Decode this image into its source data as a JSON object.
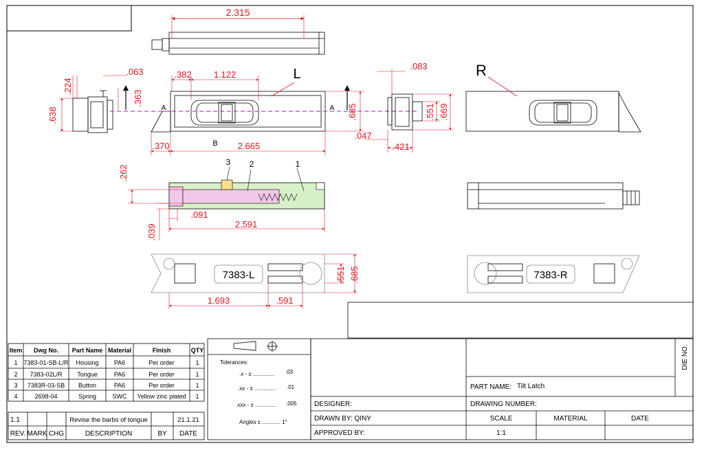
{
  "drawing": {
    "top_width": "2.315",
    "left_view": {
      "w_top": ".224",
      "h": ".638",
      "off": ".063",
      "h2": ".363"
    },
    "front_view": {
      "label": "L",
      "d1": ".382",
      "d2": "1.122",
      "d3": ".685",
      "d4": ".370",
      "d5": "2.665",
      "sec_a1": "A",
      "sec_a2": "A",
      "sec_b": "B"
    },
    "right_side": {
      "d1": ".083",
      "d2": ".551",
      "d3": ".669",
      "d4": ".047",
      "d5": ".421"
    },
    "right_view": {
      "label": "R"
    },
    "section": {
      "c1": "3",
      "c2": "2",
      "c3": "1",
      "d1": ".262",
      "d2": ".091",
      "d3": ".039",
      "d4": "2.591"
    },
    "bottom_view": {
      "mark_l": "7383-L",
      "mark_r": "7383-R",
      "d1": ".551",
      "d2": ".685",
      "d3": "1.693",
      "d4": ".591"
    }
  },
  "bom": {
    "headers": [
      "Item",
      "Dwg No.",
      "Part Name",
      "Material",
      "Finish",
      "QTY"
    ],
    "rows": [
      [
        "1",
        "7383-01-SB-L/R",
        "Housing",
        "PA6",
        "Per order",
        "1"
      ],
      [
        "2",
        "7383-02L/R",
        "Tongue",
        "PA6",
        "Per order",
        "1"
      ],
      [
        "3",
        "7383R-03-SB",
        "Button",
        "PA6",
        "Per order",
        "1"
      ],
      [
        "4",
        "2698-04",
        "Spring",
        "SWC",
        "Yellow zinc plated",
        "1"
      ]
    ]
  },
  "revision": {
    "row": {
      "rev": "1.1",
      "mark": "",
      "chg": "",
      "description": "Revise the barbs of tongue",
      "by": "",
      "date": "21.1.21"
    },
    "headers": {
      "rev": "REV.",
      "mark": "MARK",
      "chg": "CHG",
      "description": "DESCRIPTION",
      "by": "BY",
      "date": "DATE"
    }
  },
  "tolerances": {
    "title": "Tolerances:",
    "l1": ".x - ± ..............",
    "v1": ".03",
    "l2": ".xx - ± ..............",
    "v2": ".01",
    "l3": ".xxx - ± ..............",
    "v3": ".005",
    "l4": "Angles ± ............ 1°"
  },
  "title_block": {
    "die_no": "DIE NO.",
    "part_name_label": "PART NAME:",
    "part_name": "Tilt Latch",
    "designer": "DESIGNER:",
    "drawing_number": "DRAWING NUMBER:",
    "drawn_by": "DRAWN BY: QINY",
    "scale_label": "SCALE",
    "material_label": "MATERIAL",
    "date_label": "DATE",
    "approved_by": "APPROVED BY:",
    "scale_value": "1:1"
  }
}
